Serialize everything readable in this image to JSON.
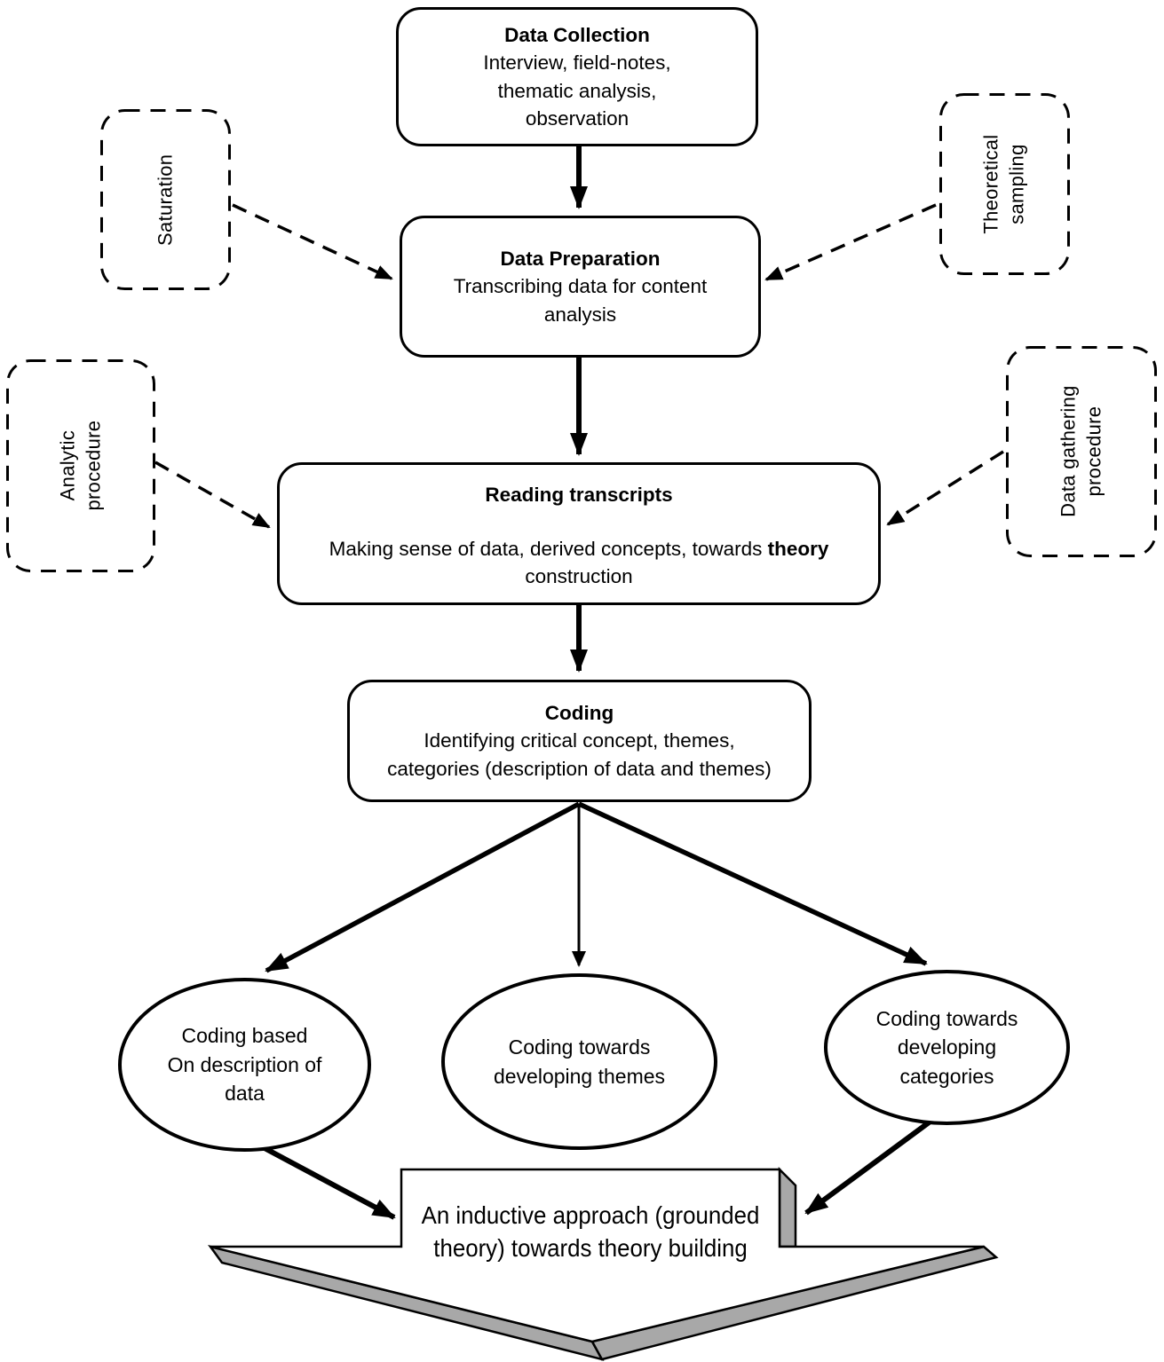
{
  "colors": {
    "line": "#000000",
    "bevel_gray": "#a8a8a8",
    "background": "#ffffff"
  },
  "flow_boxes": {
    "data_collection": {
      "title": "Data Collection",
      "body": "Interview, field-notes,\nthematic analysis,\nobservation"
    },
    "data_preparation": {
      "title": "Data Preparation",
      "body": "Transcribing data for content\nanalysis"
    },
    "reading_transcripts": {
      "title": "Reading transcripts",
      "body_prefix": "Making sense of data, derived concepts, towards ",
      "body_bold": "theory",
      "body_line2": "construction"
    },
    "coding": {
      "title": "Coding",
      "body": "Identifying critical concept, themes,\ncategories (description of data and themes)"
    }
  },
  "side_notes": {
    "saturation": "Saturation",
    "theoretical_sampling": "Theoretical\nsampling",
    "analytic_procedure": "Analytic procedure",
    "data_gathering_procedure": "Data gathering\nprocedure"
  },
  "coding_outcomes": {
    "description": "Coding based\nOn description of\ndata",
    "themes": "Coding towards\ndeveloping themes",
    "categories": "Coding towards\ndeveloping\ncategories"
  },
  "conclusion": {
    "label": "An inductive approach (grounded\ntheory) towards theory building"
  }
}
